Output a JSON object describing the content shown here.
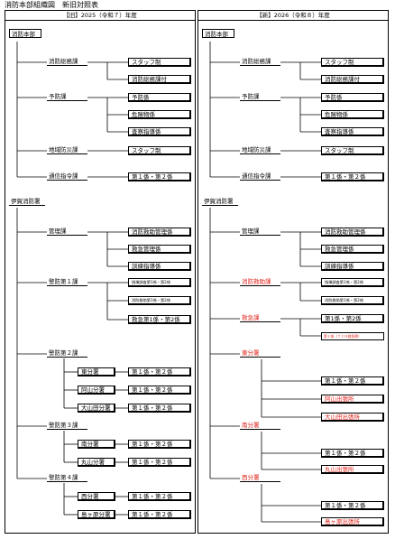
{
  "title": "消防本部組織図　新旧対照表",
  "colors": {
    "accent_red": "#e0231a",
    "line": "#000000"
  },
  "old": {
    "header": "【旧】2025（令和７）年度",
    "hq": "消防本部",
    "somu": "消防総務課",
    "somu_staff": "スタッフ制",
    "somu_attached": "消防総務課付",
    "yobo": "予防課",
    "yobo_1": "予防係",
    "yobo_2": "危険物係",
    "yobo_3": "査察指導係",
    "chiiki": "地域防災課",
    "chiiki_1": "スタッフ制",
    "tsushin": "通信指令課",
    "tsushin_1": "第１係・第２係",
    "sho": "伊賀消防署",
    "kanri": "管理課",
    "kanri_1": "消防救助管理係",
    "kanri_2": "救急管理係",
    "kanri_3": "訓練指導係",
    "kei1": "警防第１課",
    "kei1_1": "指揮調査第1係・第2係",
    "kei1_2": "消防救助第1係・第2係",
    "kei1_3": "救急第1係・第2係",
    "kei2": "警防第２課",
    "higashi": "東分署",
    "higashi_1": "第１係・第２係",
    "ayama": "阿山分署",
    "ayama_1": "第１係・第２係",
    "oyamada": "大山田分署",
    "oyamada_1": "第１係・第２係",
    "kei3": "警防第３課",
    "minami": "南分署",
    "minami_1": "第１係・第２係",
    "maruyama": "丸山分署",
    "maruyama_1": "第１係・第２係",
    "kei4": "警防第４課",
    "nishi": "西分署",
    "nishi_1": "第１係・第２係",
    "shimagahara": "島ヶ原分署",
    "shimagahara_1": "第１係・第２係"
  },
  "new": {
    "header": "【新】2026（令和８）年度",
    "hq": "消防本部",
    "somu": "消防総務課",
    "somu_staff": "スタッフ制",
    "somu_attached": "消防総務課付",
    "yobo": "予防課",
    "yobo_1": "予防係",
    "yobo_2": "危険物係",
    "yobo_3": "査察指導係",
    "chiiki": "地域防災課",
    "chiiki_1": "スタッフ制",
    "tsushin": "通信指令課",
    "tsushin_1": "第１係・第２係",
    "sho": "伊賀消防署",
    "kanri": "管理課",
    "kanri_1": "消防救助管理係",
    "kanri_2": "救急管理係",
    "kanri_3": "訓練指導係",
    "kyujo": "消防救助課",
    "kyujo_1": "指揮調査第1係・第2係",
    "kyujo_2": "消防救助第1係・第2係",
    "kyukyu": "救急課",
    "kyukyu_1": "第1係・第2係",
    "kyukyu_note": "第２係（ＴＩＲ救急隊）",
    "higashi": "東分署",
    "higashi_1": "第１係・第２係",
    "ayama": "阿山出張所",
    "oyamada": "大山田出張所",
    "minami": "南分署",
    "minami_1": "第１係・第２係",
    "maruyama": "丸山出張所",
    "nishi": "西分署",
    "nishi_1": "第１係・第２係",
    "shimagahara": "島ヶ原出張所"
  }
}
